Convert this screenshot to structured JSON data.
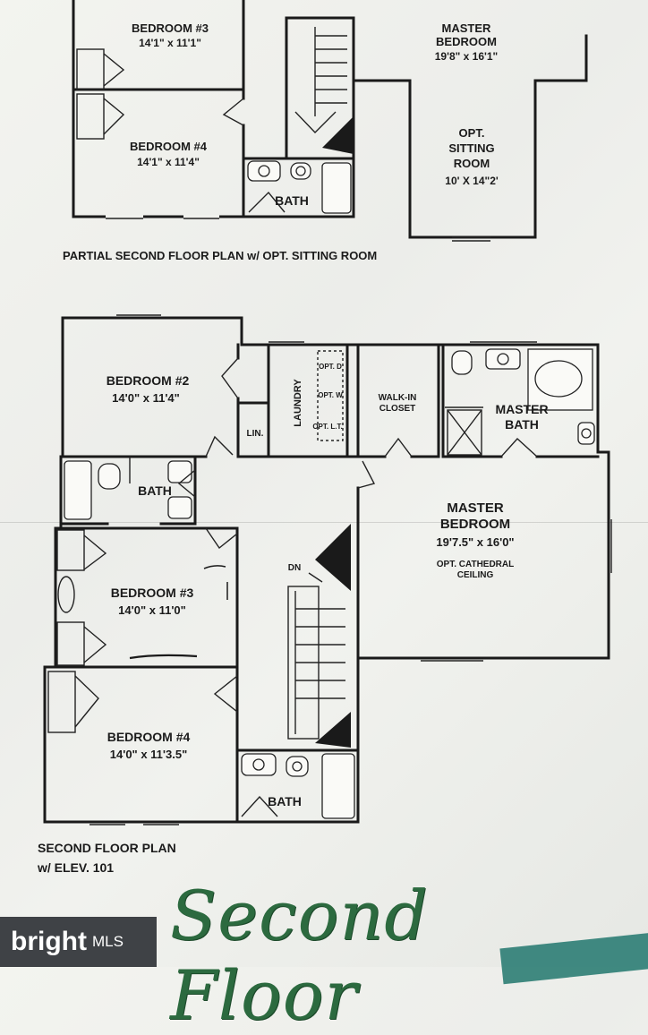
{
  "top_plan": {
    "bedroom3": {
      "name": "BEDROOM #3",
      "dims": "14'1\" x 11'1\""
    },
    "bedroom4": {
      "name": "BEDROOM #4",
      "dims": "14'1\" x 11'4\""
    },
    "bath": "BATH",
    "master_line1": "MASTER",
    "master_line2": "BEDROOM",
    "master_dims": "19'8\" x 16'1\"",
    "sitting_line1": "OPT.",
    "sitting_line2": "SITTING",
    "sitting_line3": "ROOM",
    "sitting_dims": "10' X 14\"2'",
    "caption": "PARTIAL SECOND FLOOR PLAN w/ OPT. SITTING ROOM"
  },
  "main_plan": {
    "bedroom2": {
      "name": "BEDROOM #2",
      "dims": "14'0\" x 11'4\""
    },
    "bedroom3": {
      "name": "BEDROOM #3",
      "dims": "14'0\" x 11'0\""
    },
    "bedroom4": {
      "name": "BEDROOM #4",
      "dims": "14'0\" x 11'3.5\""
    },
    "bath_hall": "BATH",
    "bath_lower": "BATH",
    "laundry": "LAUNDRY",
    "linen": "LIN.",
    "opt_d": "OPT. D",
    "opt_w": "OPT. W",
    "opt_lt": "OPT. L.T.",
    "walkin_line1": "WALK-IN",
    "walkin_line2": "CLOSET",
    "master_bath_line1": "MASTER",
    "master_bath_line2": "BATH",
    "master_bed_line1": "MASTER",
    "master_bed_line2": "BEDROOM",
    "master_bed_dims": "19'7.5\" x 16'0\"",
    "cathedral_line1": "OPT. CATHEDRAL",
    "cathedral_line2": "CEILING",
    "stairs_dn": "DN",
    "caption_line1": "SECOND FLOOR PLAN",
    "caption_line2": "w/ ELEV. 101"
  },
  "footer": {
    "script_title": "Second Floor",
    "logo_brand": "bright",
    "logo_suffix": "MLS"
  },
  "colors": {
    "script": "#2c6a3f",
    "logo_bg": "#3f4246",
    "wall": "#1a1a1a"
  }
}
